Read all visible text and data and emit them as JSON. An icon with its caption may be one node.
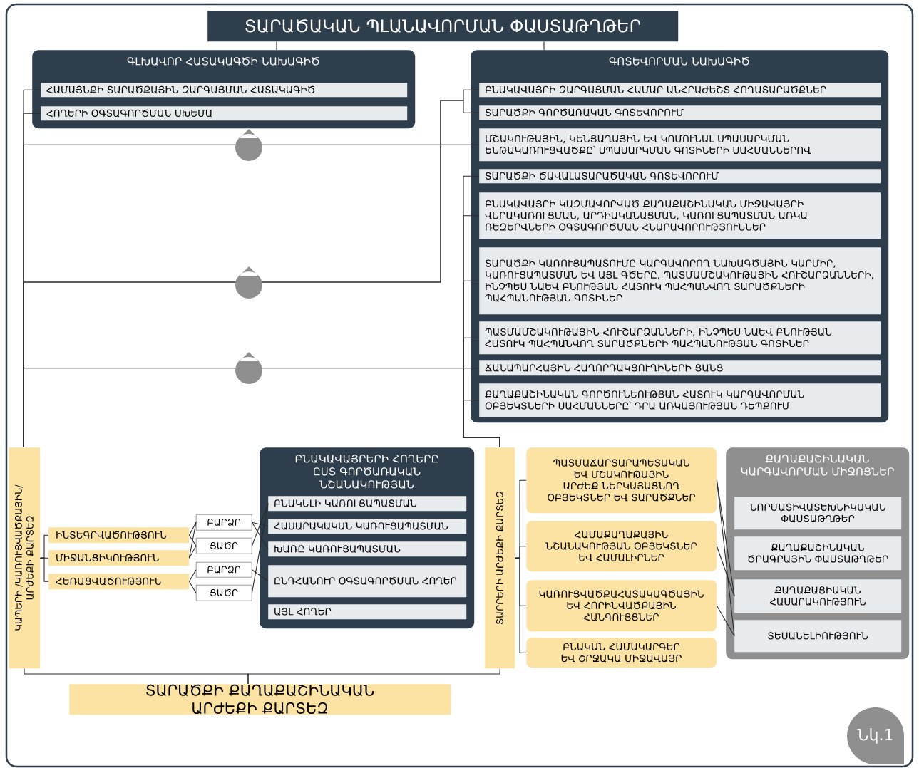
{
  "diagram": {
    "nodes": [
      {
        "text": [
          "ՏԱՐԱԾԱԿԱՆ ՊԼԱՆԱՎՈՐՄԱՆ ՓԱՍՏԱԹՂԹԵՐ"
        ]
      },
      {
        "text": [
          "ԳԼԽԱՎՈՐ ՀԱՏԱԿԱԳԾԻ ՆԱԽԱԳԻԾ"
        ]
      },
      {
        "text": [
          "ՀԱՄԱՅՆՔԻ ՏԱՐԱԾՔԱՅԻՆ ԶԱՐԳԱՑՄԱՆ ՀԱՏԱԿԱԳԻԾ"
        ],
        "in": 1
      },
      {
        "text": [
          "ՀՈՂԵՐԻ ՕԳՏԱԳՈՐԾՄԱՆ ՍԽԵՄԱ"
        ],
        "in": 1
      },
      {
        "text": [
          "ԳՈՏԵՎՈՐՄԱՆ ՆԱԽԱԳԻԾ"
        ]
      },
      {
        "text": [
          "ԲՆԱԿԱՎԱՅՐԻ ԶԱՐԳԱՑՄԱՆ ՀԱՄԱՐ ԱՆՀՐԱԺԵՇՏ ՀՈՂԱՏԱՐԱԾՔՆԵՐ"
        ],
        "in": 4
      },
      {
        "text": [
          "ՏԱՐԱԾՔԻ ԳՈՐԾԱՌԱԿԱՆ ԳՈՏԵՎՈՐՈՒՄ"
        ],
        "in": 4
      },
      {
        "text": [
          "ՄՇԱԿՈՒԹԱՅԻՆ, ԿԵՆՑԱՂԱՅԻՆ ԵՎ ԿՈՄՈՒՆԱԼ ՍՊԱՍԱՐԿՄԱՆ ԵՆԹԱԿԱՌՈՒՑՎԱԾՔԸ՝ ՍՊԱՍԱՐԿՄԱՆ ԳՈՏԻՆԵՐԻ ՍԱՀՄԱՆՆԵՐՈՎ"
        ],
        "in": 4
      },
      {
        "text": [
          "ՏԱՐԱԾՔԻ ԾԱՎԱԼԱՏԱՐԱԾԱԿԱՆ ԳՈՏԵՎՈՐՈՒՄ"
        ],
        "in": 4
      },
      {
        "text": [
          "ԲՆԱԿԱՎԱՅՐԻ ԿԱԶՄԱՎՈՐՎԱԾ ՔԱՂԱՔԱՇԻՆԱԿԱՆ ՄԻՋԱՎԱՅՐԻ ՎԵՐԱԿԱՌՈՒՑՄԱՆ, ԱՐԴԻԱԿԱՆԱՑՄԱՆ, ԿԱՌՈՒՑԱՊԱՏՄԱՆ ԱՌԿԱ ՌԵԶԵՐՎՆԵՐԻ ՕԳՏԱԳՈՐԾՄԱՆ ՀՆԱՐԱՎՈՐՈՒԹՅՈՒՆՆԵՐ"
        ],
        "in": 4
      },
      {
        "text": [
          "ՏԱՐԱԾՔԻ ԿԱՌՈՒՑԱՊԱՏՈՒՄԸ ԿԱՐԳԱՎՈՐՈՂ ՆԱԽԱԳԾԱՅԻՆ ԿԱՐՄԻՐ, ԿԱՌՈՒՑԱՊԱՏՄԱՆ ԵՎ ԱՅԼ ԳԾԵՐԸ, ՊԱՏՄԱՄՇԱԿՈՒԹԱՅԻՆ ՀՈՒՇԱՐՁԱՆՆԵՐԻ, ԻՆՉՊԵՍ ՆԱԵՎ ԲՆՈՒԹՅԱՆ ՀԱՏՈՒԿ ՊԱՀՊԱՆՎՈՂ ՏԱՐԱԾՔՆԵՐԻ ՊԱՀՊԱՆՈՒԹՅԱՆ ԳՈՏԻՆԵՐ"
        ],
        "in": 4
      },
      {
        "text": [
          "ՊԱՏՄԱՄՇԱԿՈՒԹԱՅԻՆ ՀՈՒՇԱՐՁԱՆՆԵՐԻ, ԻՆՉՊԵՍ ՆԱԵՎ ԲՆՈՒԹՅԱՆ ՀԱՏՈՒԿ ՊԱՀՊԱՆՎՈՂ ՏԱՐԱԾՔՆԵՐԻ ՊԱՀՊԱՆՈՒԹՅԱՆ ԳՈՏԻՆԵՐ"
        ],
        "in": 4
      },
      {
        "text": [
          "ՃԱՆԱՊԱՐՀԱՅԻՆ ՀԱՂՈՐԴԱԿՑՈՒՂԻՆԵՐԻ ՑԱՆՑ"
        ],
        "in": 4
      },
      {
        "text": [
          "ՔԱՂԱՔԱՇԻՆԱԿԱՆ ԳՈՐԾՈՒՆԵՈՒԹՅԱՆ ՀԱՏՈՒԿ ԿԱՐԳԱՎՈՐՄԱՆ ՕԲՅԵԿՏՆԵՐԻ ՍԱՀՄԱՆՆԵՐԸ՝ ԴՐԱ ԱՌԿԱՅՈՒԹՅԱՆ ԴԵՊՔՈՒՄ"
        ],
        "in": 4
      },
      {
        "text": [
          "ԿԱՊԵՐԻ /ԿԱՌՈՒՑՎԱԾՔԱՅԻՆ/ ԱՐԺԵՔԻ ՔԱՐՏԵԶ"
        ]
      },
      {
        "text": [
          "ԻՆՏԵԳՐՎԱԾՈՒԹՅՈՒՆ"
        ]
      },
      {
        "text": [
          "ՄԻՋԱՆՑԻԿՈՒԹՅՈՒՆ"
        ]
      },
      {
        "text": [
          "ՀԵՌԱՑՎԱԾՈՒԹՅՈՒՆ"
        ]
      },
      {
        "text": [
          "ԲԱՐՁՐ"
        ]
      },
      {
        "text": [
          "ՑԱԾՐ"
        ]
      },
      {
        "text": [
          "ԲԱՐՁՐ"
        ]
      },
      {
        "text": [
          "ՑԱԾՐ"
        ]
      },
      {
        "text": [
          "ԲՆԱԿԱՎԱՅՐԵՐԻ ՀՈՂԵՐԸ ԸՍՏ ԳՈՐԾԱՌԱԿԱՆ ՆՇԱՆԱԿՈՒԹՅԱՆ"
        ]
      },
      {
        "text": [
          "ԲՆԱԿԵԼԻ ԿԱՌՈՒՑԱՊԱՏՄԱՆ"
        ],
        "in": 22
      },
      {
        "text": [
          "ՀԱՍԱՐԱԿԱԿԱՆ ԿԱՌՈՒՑԱՊԱՏՄԱՆ"
        ],
        "in": 22
      },
      {
        "text": [
          "ԽԱՌԸ ԿԱՌՈՒՑԱՊԱՏՄԱՆ"
        ],
        "in": 22
      },
      {
        "text": [
          "ԸՆԴՀԱՆՈՒՐ ՕԳՏԱԳՈՐԾՄԱՆ ՀՈՂԵՐ"
        ],
        "in": 22
      },
      {
        "text": [
          "ԱՅԼ ՀՈՂԵՐ"
        ],
        "in": 22
      },
      {
        "text": [
          "ՏԱՐՐԵՐԻ ԱՐԺԵՔԻ ՔԱՐՏԵԶ"
        ]
      },
      {
        "text": [
          "ՊԱՏՄԱՃԱՐՏԱՐԱՊԵՏԱԿԱՆ ԵՎ ՄՇԱԿՈՒԹԱՅԻՆ ԱՐԺԵՔ ՆԵՐԿԱՅԱՑՆՈՂ ՕԲՅԵԿՏՆԵՐ ԵՎ ՏԱՐԱԾՔՆԵՐ"
        ]
      },
      {
        "text": [
          "ՀԱՄԱՔԱՂԱՔԱՅԻՆ ՆՇԱՆԱԿՈՒԹՅԱՆ ՕԲՅԵԿՏՆԵՐ ԵՎ ՀԱՄԱԼԻՐՆԵՐ"
        ]
      },
      {
        "text": [
          "ԿԱՌՈՒՑՎԱԾՔԱՀԱՏԱԿԱԳԾԱՅԻՆ ԵՎ ՀՈՐԻՆՎԱԾՔԱՅԻՆ ՀԱՆԳՈՒՅՑՆԵՐ"
        ]
      },
      {
        "text": [
          "ԲՆԱԿԱՆ ՀԱՄԱԿԱՐԳԵՐ ԵՎ ՇՐՋԱԿԱ ՄԻՋԱՎԱՅՐ"
        ]
      },
      {
        "text": [
          "ՔԱՂԱՔԱՇԻՆԱԿԱՆ ԿԱՐԳԱՎՈՐՄԱՆ ՄԻՋՈՑՆԵՐ"
        ]
      },
      {
        "text": [
          "ՆՈՐՄԱՏԻՎԱՏԵԽՆԻԿԱԿԱՆ ՓԱՍՏԱԹՂԹԵՐ"
        ],
        "in": 33
      },
      {
        "text": [
          "ՔԱՂԱՔԱՇԻՆԱԿԱՆ ԾՐԱԳՐԱՅԻՆ ՓԱՍՏԱԹՂԹԵՐ"
        ],
        "in": 33
      },
      {
        "text": [
          "ՔԱՂԱՔԱՑԻԱԿԱՆ ՀԱՍԱՐԱԿՈՒԹՅՈՒՆ"
        ],
        "in": 33
      },
      {
        "text": [
          "ՏԵՍԱՆԵԼԻՈՒԹՅՈՒՆ"
        ],
        "in": 33
      },
      {
        "text": [
          "ՏԱՐԱԾՔԻ ՔԱՂԱՔԱՇԻՆԱԿԱՆ ԱՐԺԵՔԻ ՔԱՐՏԵԶ"
        ]
      },
      {
        "text": [
          "Նկ.1"
        ]
      }
    ],
    "edges": [
      {
        "from": 0,
        "to": 1,
        "arrow": "none"
      },
      {
        "from": 0,
        "to": 4,
        "arrow": "none"
      },
      {
        "from": 2,
        "to": 14,
        "arrow": "none"
      },
      {
        "from": 3,
        "to": 14,
        "arrow": "none"
      },
      {
        "from": 7,
        "to": 14,
        "arrow": "none"
      },
      {
        "from": 5,
        "to": 14,
        "arrow": "none"
      },
      {
        "from": 6,
        "to": 14,
        "arrow": "none"
      },
      {
        "from": 12,
        "to": 14,
        "arrow": "none"
      },
      {
        "from": 8,
        "to": 28,
        "arrow": "none"
      },
      {
        "from": 9,
        "to": 28,
        "arrow": "none"
      },
      {
        "from": 10,
        "to": 28,
        "arrow": "none"
      },
      {
        "from": 11,
        "to": 28,
        "arrow": "none"
      },
      {
        "from": 13,
        "to": 28,
        "arrow": "none"
      },
      {
        "from": 14,
        "to": 38,
        "arrow": "none"
      },
      {
        "from": 28,
        "to": 38,
        "arrow": "none"
      },
      {
        "from": 14,
        "to": 15,
        "arrow": "none"
      },
      {
        "from": 14,
        "to": 16,
        "arrow": "none"
      },
      {
        "from": 14,
        "to": 17,
        "arrow": "none"
      },
      {
        "from": 15,
        "to": 18,
        "arrow": "none"
      },
      {
        "from": 15,
        "to": 19,
        "arrow": "none"
      },
      {
        "from": 16,
        "to": 18,
        "arrow": "none"
      },
      {
        "from": 16,
        "to": 19,
        "arrow": "none"
      },
      {
        "from": 17,
        "to": 20,
        "arrow": "none"
      },
      {
        "from": 17,
        "to": 21,
        "arrow": "none"
      },
      {
        "from": 18,
        "to": 24,
        "arrow": "none"
      },
      {
        "from": 18,
        "to": 25,
        "arrow": "none"
      },
      {
        "from": 19,
        "to": 23,
        "arrow": "none"
      },
      {
        "from": 20,
        "to": 26,
        "arrow": "none"
      },
      {
        "from": 21,
        "to": 23,
        "arrow": "none"
      },
      {
        "from": 28,
        "to": 29,
        "arrow": "none"
      },
      {
        "from": 28,
        "to": 30,
        "arrow": "none"
      },
      {
        "from": 28,
        "to": 31,
        "arrow": "none"
      },
      {
        "from": 28,
        "to": 32,
        "arrow": "none"
      },
      {
        "from": 29,
        "to": 36,
        "arrow": "none"
      },
      {
        "from": 29,
        "to": 37,
        "arrow": "none"
      },
      {
        "from": 30,
        "to": 36,
        "arrow": "none"
      },
      {
        "from": 31,
        "to": 37,
        "arrow": "none"
      }
    ]
  }
}
